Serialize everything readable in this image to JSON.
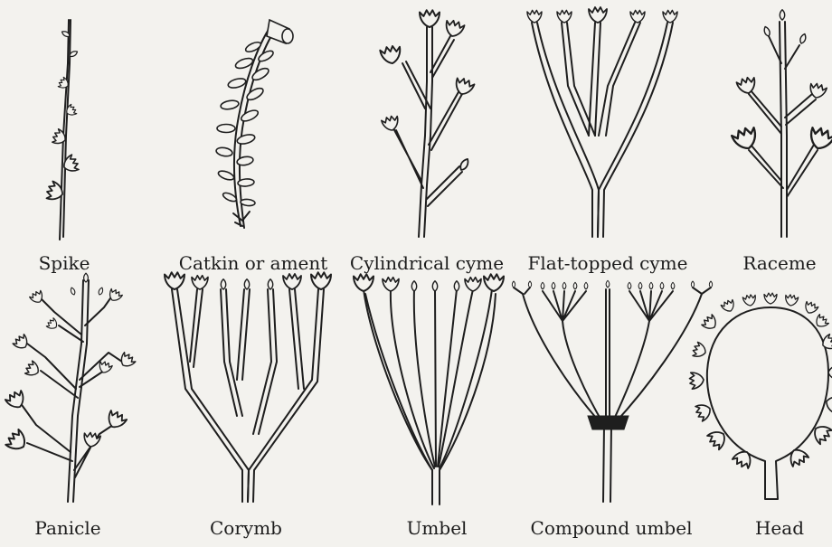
{
  "labels": {
    "spike": "Spike",
    "catkin": "Catkin or ament",
    "cylindrical_cyme": "Cylindrical cyme",
    "flat_cyme": "Flat-topped cyme",
    "raceme": "Raceme",
    "panicle": "Panicle",
    "corymb": "Corymb",
    "umbel": "Umbel",
    "compound_umbel": "Compound umbel",
    "head": "Head"
  },
  "colors": {
    "ink": "#1e1e1e",
    "paper": "#f3f2ee"
  }
}
